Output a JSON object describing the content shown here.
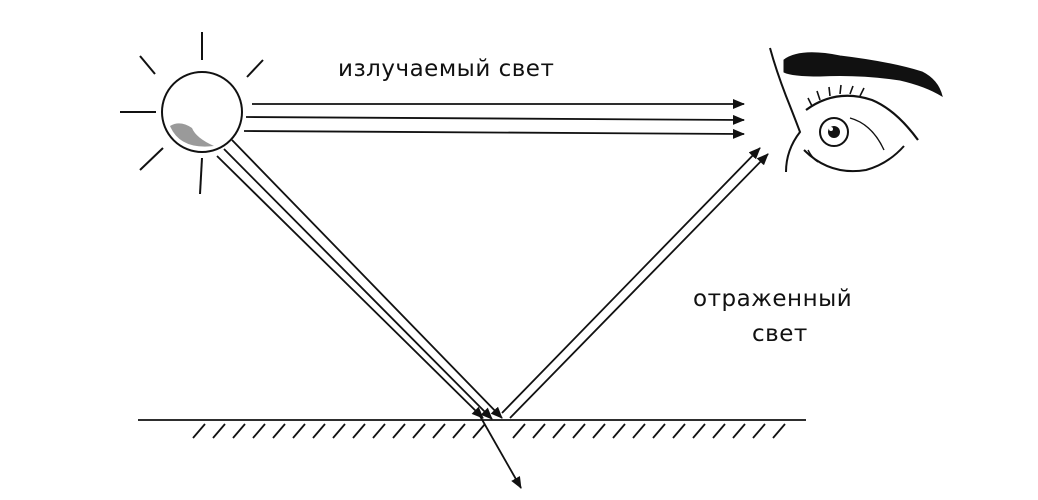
{
  "labels": {
    "emitted_light": "излучаемый свет",
    "reflected_light_line1": "отраженный",
    "reflected_light_line2": "свет"
  },
  "colors": {
    "ink": "#111111",
    "background": "#ffffff"
  },
  "elements": {
    "light_source": "sun-icon",
    "observer": "eye-icon",
    "surface": "hatched-surface"
  }
}
